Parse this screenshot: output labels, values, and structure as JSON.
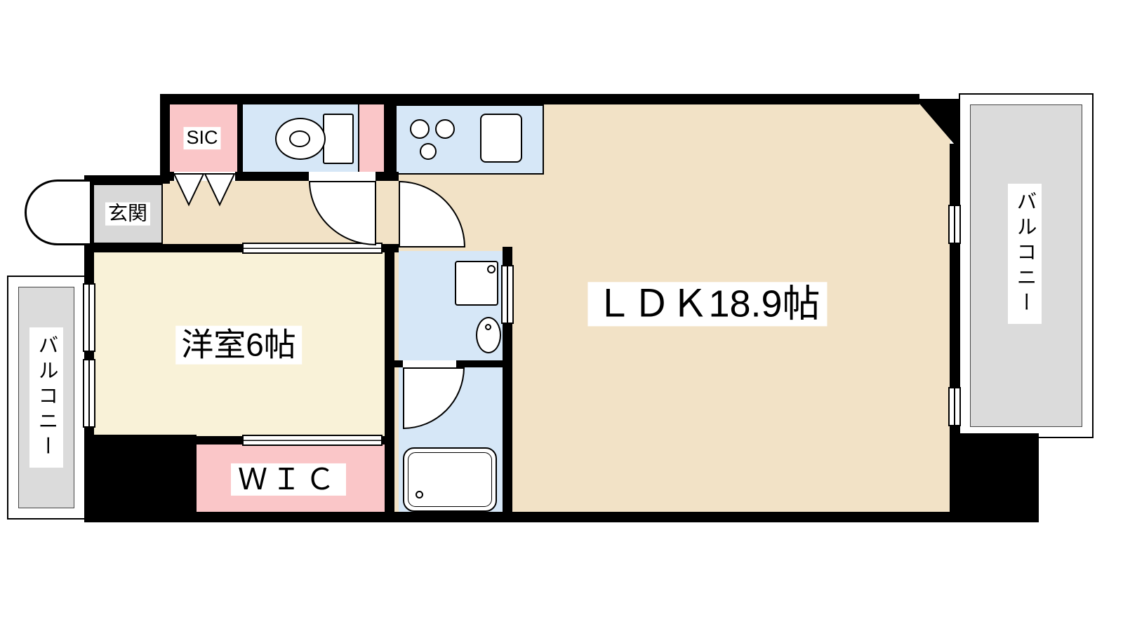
{
  "title": "1LDK apartment floor plan",
  "labels": {
    "ldk": "ＬＤＫ18.9帖",
    "western_room": "洋室6帖",
    "wic": "ＷＩＣ",
    "sic": "SIC",
    "entrance": "玄関",
    "balcony_left": "バルコニー",
    "balcony_right": "バルコニー"
  },
  "icons": {
    "toilet": "toilet-icon",
    "stove": "stove-burners-icon",
    "kitchen_sink": "kitchen-sink-icon",
    "washing_machine": "washing-machine-icon",
    "washbasin": "washbasin-icon",
    "bathtub": "bathtub-icon",
    "entrance_door": "door-swing-arc-icon",
    "folding_door": "folding-door-icon"
  },
  "colors": {
    "wall": "#000000",
    "ldk_floor": "#F2E2C6",
    "room_floor": "#F9F2D8",
    "wet_floor": "#D6E7F7",
    "closet_pink": "#FAC6C8",
    "entrance_gray": "#D8D8D8",
    "balcony_gray": "#DBDBDB"
  }
}
